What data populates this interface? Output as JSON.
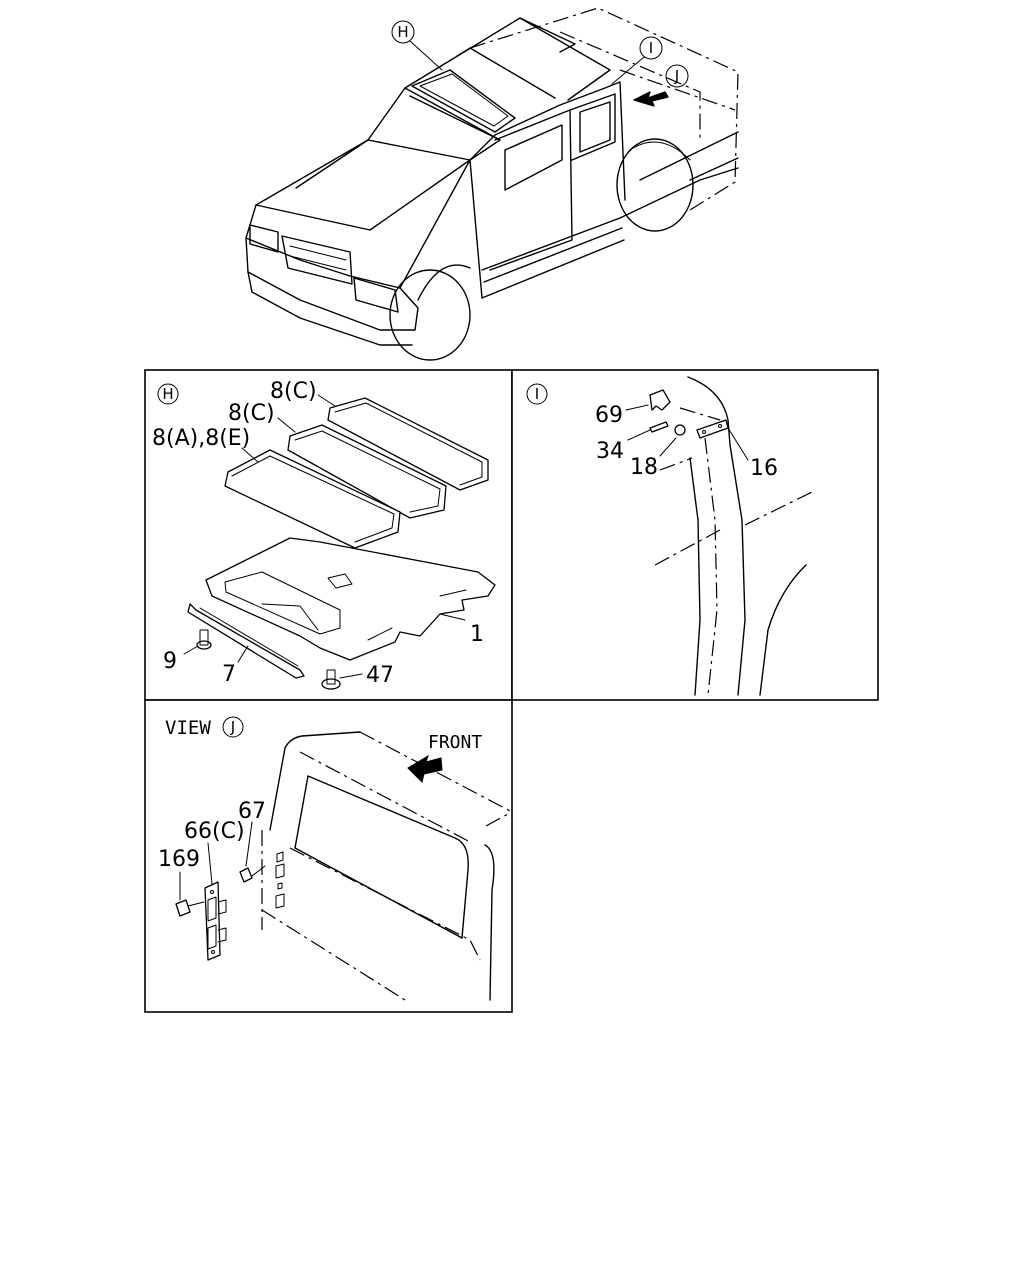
{
  "overview": {
    "markers": {
      "h": "H",
      "i": "I",
      "j": "J"
    }
  },
  "panel_h": {
    "marker": "H",
    "callouts": {
      "pad_c_upper": "8(C)",
      "pad_c_lower": "8(C)",
      "pad_a_e": "8(A),8(E)",
      "headliner": "1",
      "clip": "9",
      "molding": "7",
      "fastener": "47"
    }
  },
  "panel_i": {
    "marker": "I",
    "callouts": {
      "cap": "69",
      "pin": "34",
      "nut": "18",
      "bracket": "16"
    }
  },
  "panel_j": {
    "view_text": "VIEW",
    "marker": "J",
    "front_label": "FRONT",
    "callouts": {
      "plug": "67",
      "plate": "66(C)",
      "screw": "169"
    }
  }
}
